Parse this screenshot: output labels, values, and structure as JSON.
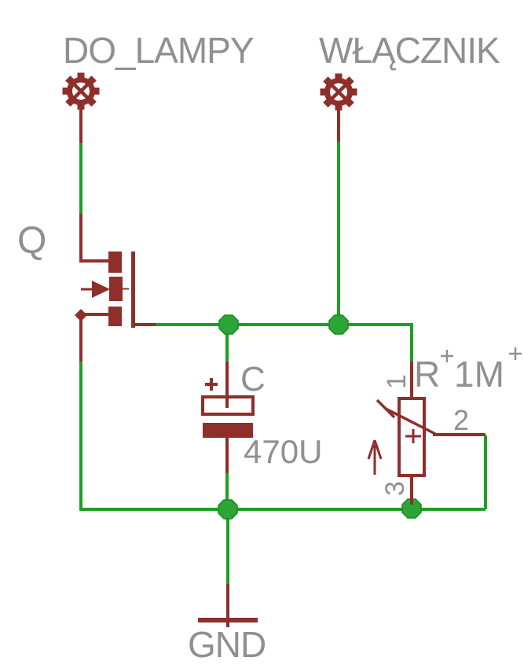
{
  "diagram_type": "circuit-schematic",
  "colors": {
    "component_red": "#8e2f2c",
    "wire_green": "#1f9e26",
    "junction_green": "#2ca438",
    "label_gray": "#909090",
    "background": "#ffffff"
  },
  "nets": {
    "lamp_output": {
      "label": "DO_LAMPY"
    },
    "switch_input": {
      "label": "WŁĄCZNIK"
    },
    "ground": {
      "label": "GND"
    }
  },
  "components": {
    "mosfet": {
      "refdes": "Q"
    },
    "capacitor": {
      "refdes": "C",
      "value": "470U"
    },
    "potentiometer": {
      "refdes": "R",
      "value": "1M",
      "pin_1": "1",
      "pin_2": "2",
      "pin_3": "3"
    }
  },
  "icons": [
    "connector-pad-icon",
    "gnd-symbol-icon",
    "junction-dot",
    "capacitor-plus-icon",
    "wiper-arrow-icon",
    "adjust-arrow-icon",
    "origin-cross-icon"
  ]
}
